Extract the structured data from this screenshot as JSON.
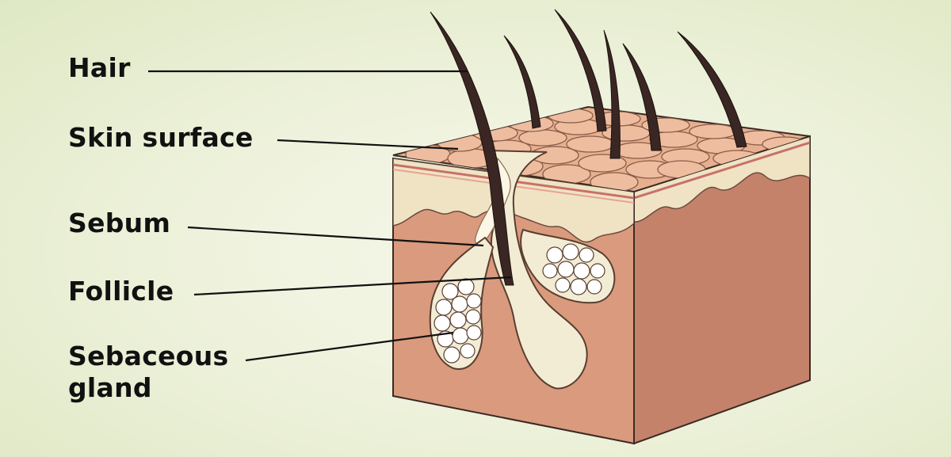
{
  "labels": {
    "hair": "Hair",
    "skin_surface": "Skin surface",
    "sebum": "Sebum",
    "follicle": "Follicle",
    "sebaceous_gland_line1": "Sebaceous",
    "sebaceous_gland_line2": "gland"
  },
  "colors": {
    "background": "#eef2dc",
    "skin_top": "#e6b08f",
    "skin_side": "#c4826a",
    "dermis_front": "#d99a7e",
    "epidermis": "#efe3c4",
    "hair": "#3a2622",
    "gland_cells": "#ffffff",
    "leader_line": "#111111"
  }
}
